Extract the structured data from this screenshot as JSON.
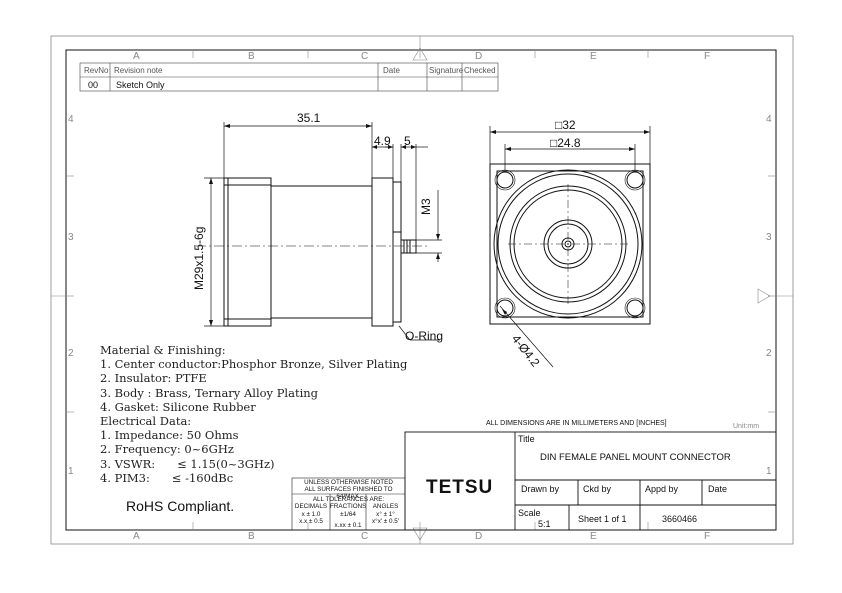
{
  "zones": {
    "top": [
      "A",
      "B",
      "C",
      "D",
      "E",
      "F"
    ],
    "bottom": [
      "A",
      "B",
      "C",
      "D",
      "E",
      "F"
    ],
    "left": [
      "4",
      "3",
      "2",
      "1"
    ],
    "right": [
      "4",
      "3",
      "2",
      "1"
    ]
  },
  "revision_table": {
    "headers": [
      "RevNo",
      "Revision note",
      "Date",
      "Signature",
      "Checked"
    ],
    "row": [
      "00",
      "Sketch Only",
      "",
      "",
      ""
    ]
  },
  "dimensions": {
    "length": "35.1",
    "flange": "4.9",
    "pin": "5",
    "m3": "M3",
    "thread": "M29x1.5-6g",
    "oring": "O-Ring",
    "outer_square": "□32",
    "inner_square": "□24.8",
    "holes": "4-Ø4.2"
  },
  "notes": {
    "lines": [
      "Material & Finishing:",
      "1. Center conductor:Phosphor Bronze, Silver Plating",
      "2. Insulator: PTFE",
      "3. Body : Brass, Ternary Alloy Plating",
      "4. Gasket: Silicone Rubber",
      "Electrical Data:",
      "1. Impedance: 50 Ohms",
      "2. Frequency: 0~6GHz",
      "3. VSWR:      ≤ 1.15(0~3GHz)",
      "4. PIM3:      ≤ -160dBc"
    ],
    "rohs": "RoHS Compliant."
  },
  "title_block": {
    "units_note": "ALL DIMENSIONS ARE IN MILLIMETERS AND [INCHES]",
    "unit": "Unit:mm",
    "title_label": "Title",
    "title": "DIN  FEMALE  PANEL  MOUNT  CONNECTOR",
    "company": "TETSU",
    "drawn_by": "Drawn by",
    "ckd_by": "Ckd by",
    "appd_by": "Appd by",
    "date": "Date",
    "scale_label": "Scale",
    "scale": "5:1",
    "sheet": "Sheet 1 of 1",
    "part_no": "3660466"
  },
  "tolerances": {
    "line1": "UNLESS  OTHERWISE  NOTED",
    "line2": "ALL SURFACES FINISHED TO 64/MAX.",
    "line3": "ALL TOLERANCES ARE:",
    "col1_head": "DECIMALS",
    "col2_head": "FRACTIONS",
    "col3_head": "ANGLES",
    "col1_a": "x  ± 1.0",
    "col1_b": "x.x  ± 0.5",
    "col2_a": "±1/64",
    "col2_b": "x.xx  ± 0.1",
    "col3_a": "x° ± 1°",
    "col3_b": "x°x' ± 0.5'"
  }
}
